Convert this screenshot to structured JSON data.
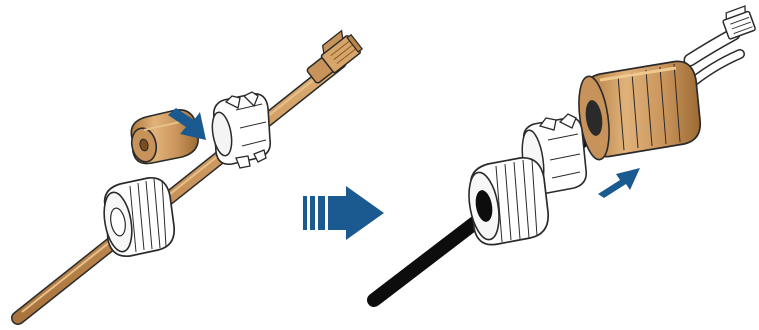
{
  "figure": {
    "panels": [
      {
        "id": "before",
        "parts": [
          "cable",
          "rj45-plug",
          "seal-insert",
          "clamping-claw",
          "swivel-nut"
        ]
      },
      {
        "id": "after",
        "parts": [
          "cable",
          "rj45-plug",
          "housing",
          "clamping-claw",
          "swivel-nut"
        ]
      }
    ],
    "colors": {
      "tan": "#c8935a",
      "tan_dark": "#9c6a34",
      "blue": "#1a5a90",
      "black": "#0d0d0d",
      "outline": "#2a2a2a"
    },
    "icons": [
      "insert-arrow-icon",
      "step-transition-arrow-icon",
      "push-arrow-icon"
    ]
  }
}
